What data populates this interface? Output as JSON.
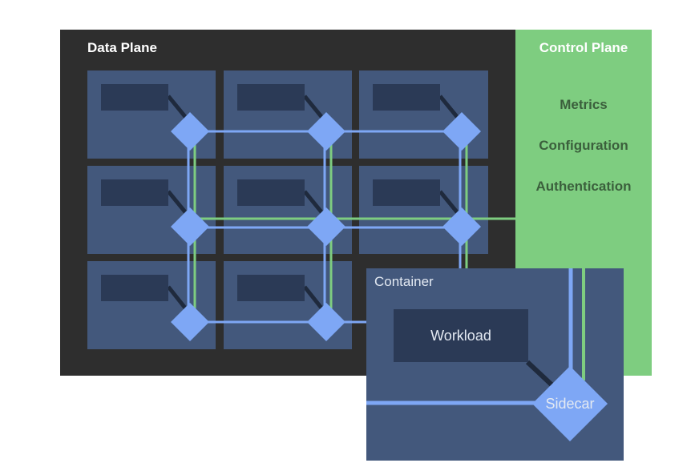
{
  "data_plane": {
    "title": "Data Plane"
  },
  "control_plane": {
    "title": "Control Plane",
    "items": [
      "Metrics",
      "Configuration",
      "Authentication"
    ]
  },
  "container_detail": {
    "title": "Container",
    "workload_label": "Workload",
    "sidecar_label": "Sidecar"
  },
  "colors": {
    "data_plane_bg": "#2e2e2e",
    "control_plane_bg": "#7ecd80",
    "control_plane_text": "#3b5f3c",
    "container_bg": "#43587c",
    "workload_bg": "#2b3a56",
    "proxy_blue": "#7ea7f5",
    "link_green": "#7ecd80",
    "container_text": "#e3e9f2"
  }
}
